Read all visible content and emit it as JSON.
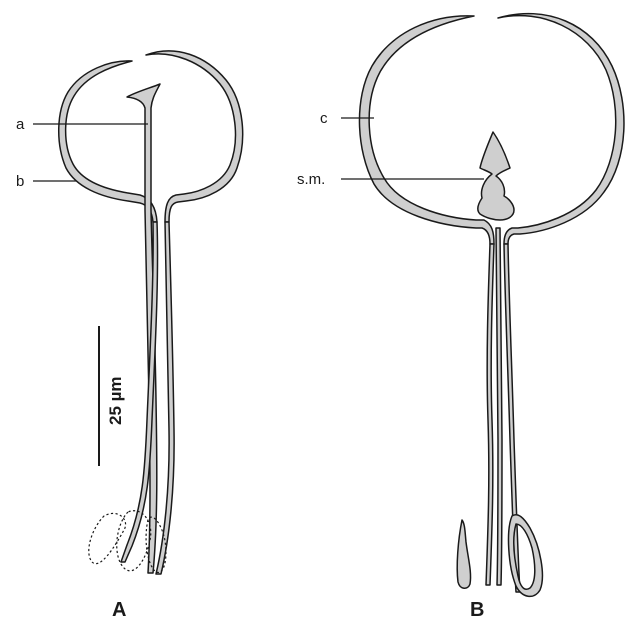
{
  "figure": {
    "labels": {
      "a": "a",
      "b": "b",
      "c": "c",
      "sm": "s.m."
    },
    "scale_bar": "25 µm",
    "panels": {
      "A": "A",
      "B": "B"
    }
  }
}
